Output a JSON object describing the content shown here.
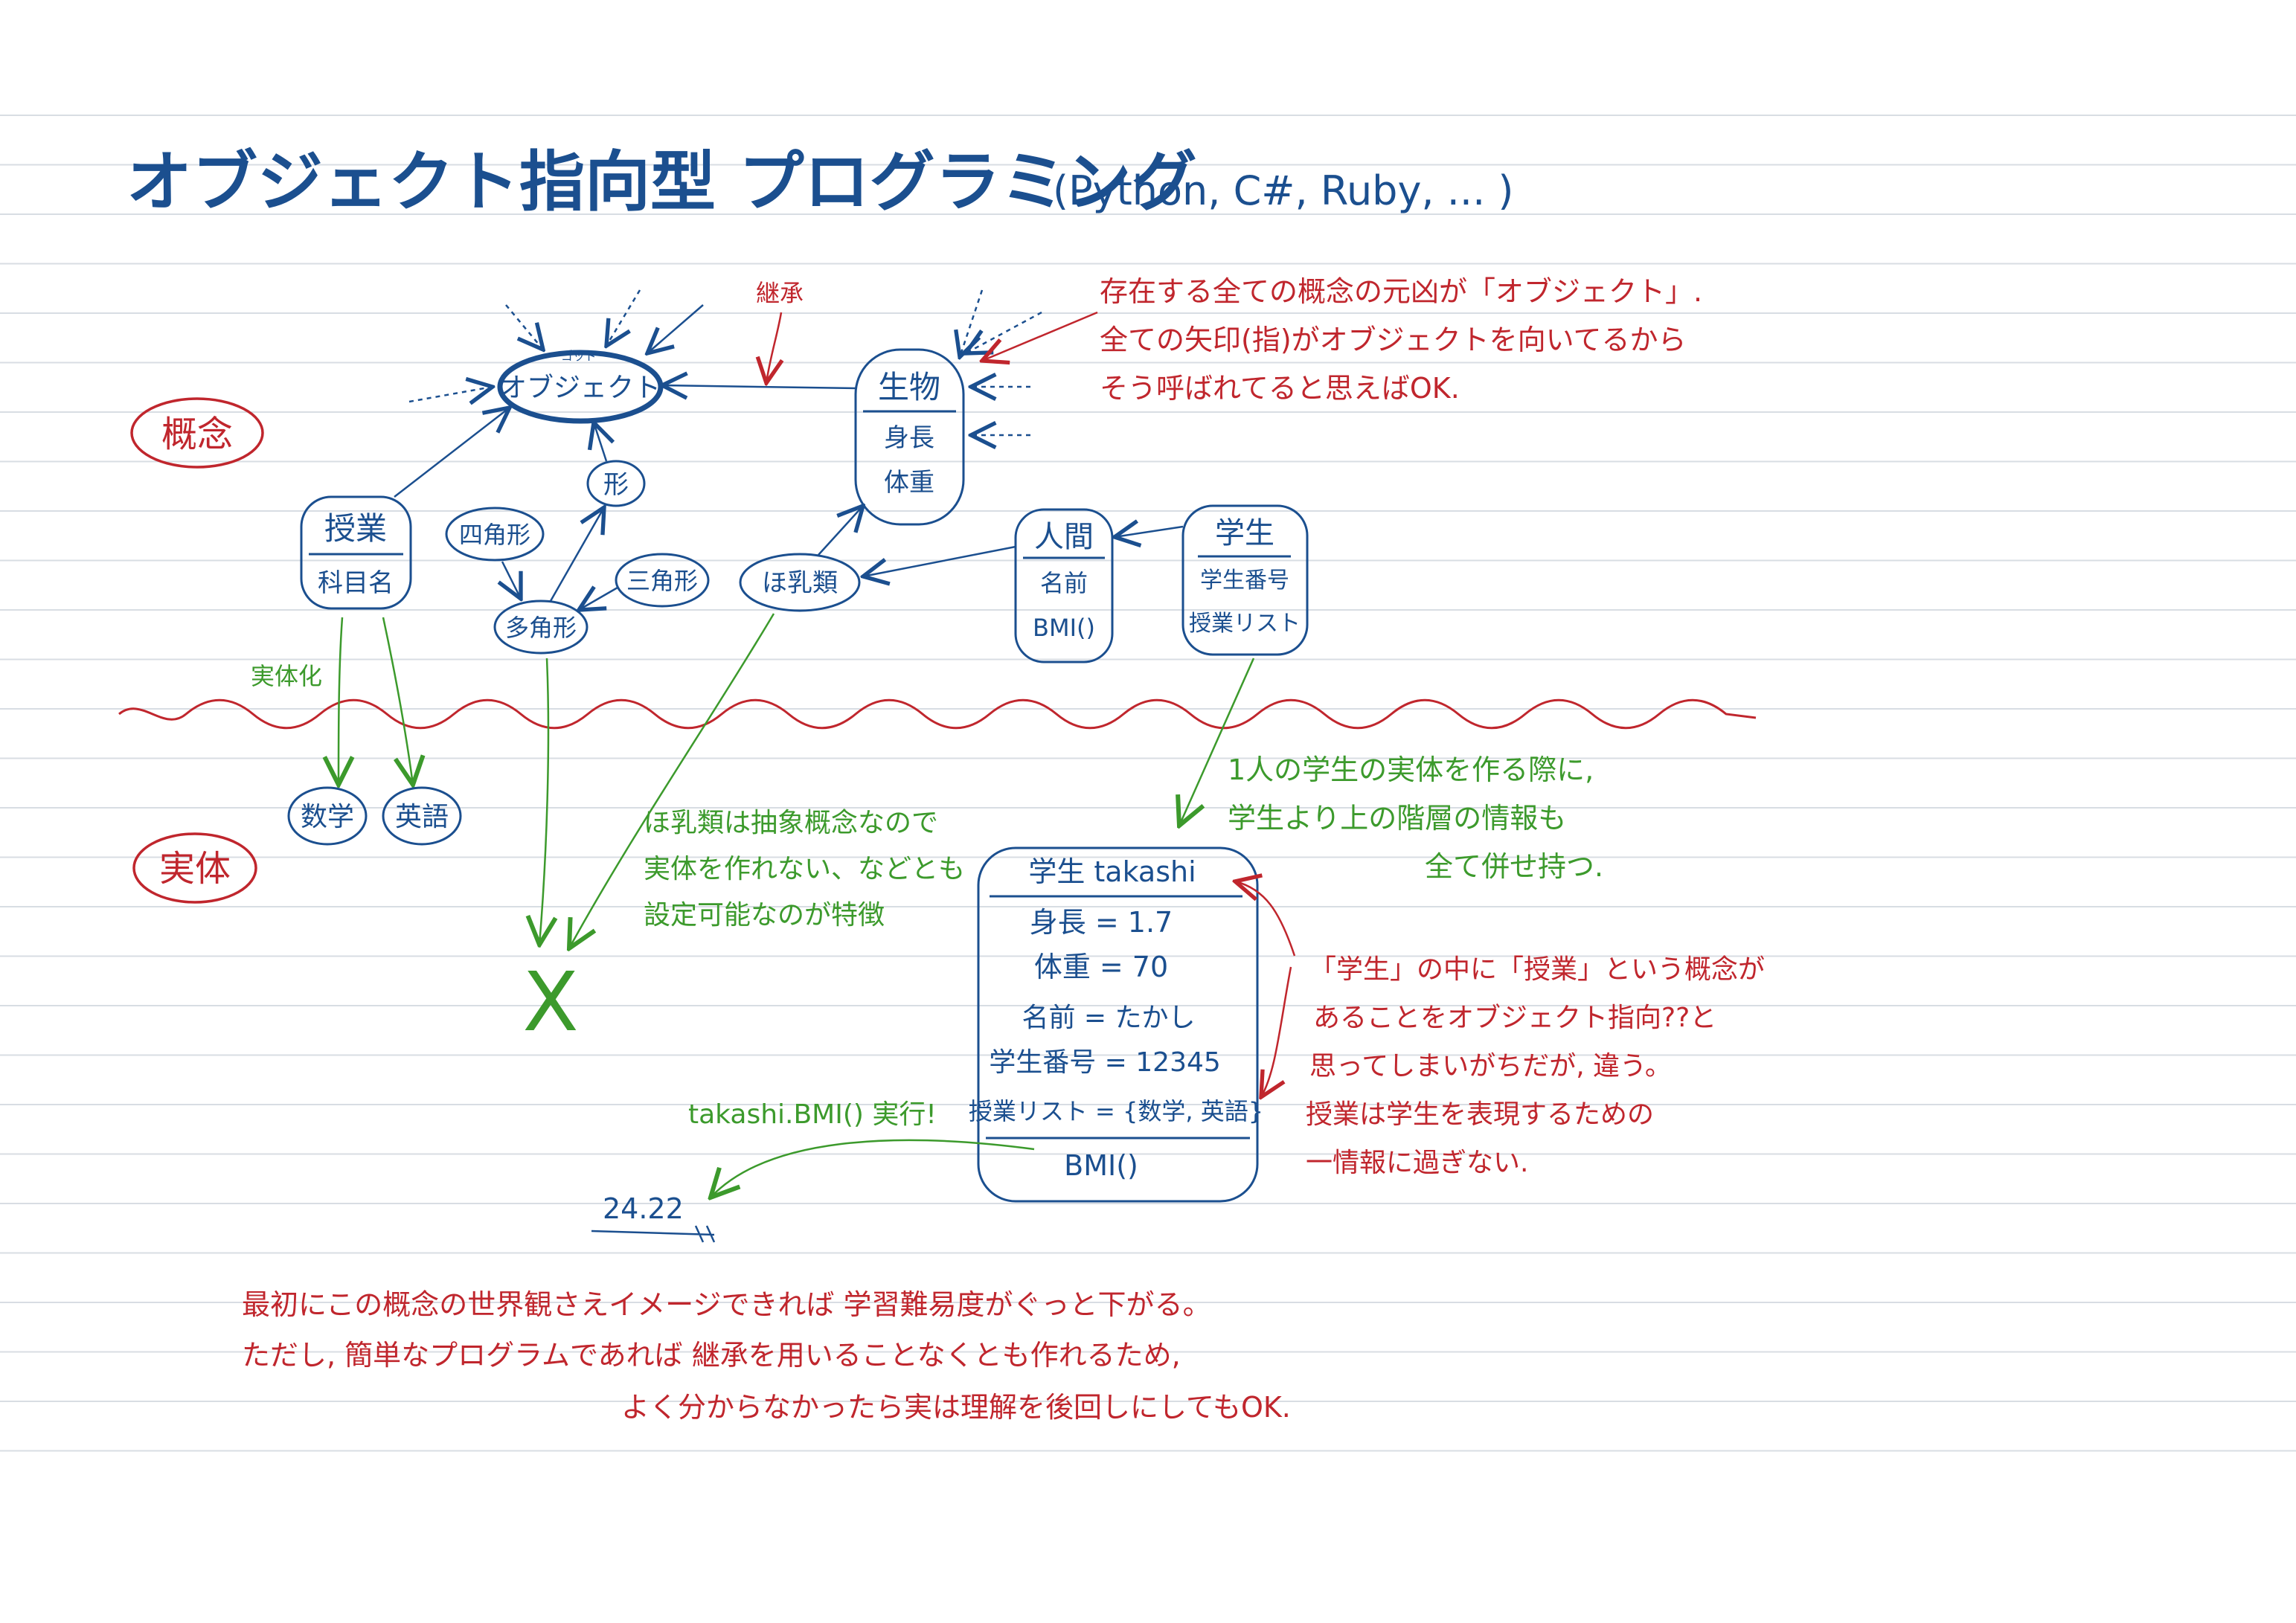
{
  "title": {
    "main": "オブジェクト指向型 プログラミング",
    "paren": "(Python, C#, Ruby, ... )"
  },
  "sections": {
    "concept": "概念",
    "entity": "実体"
  },
  "nodes": {
    "object": {
      "furigana": "ゴッド",
      "label": "オブジェクト"
    },
    "lesson": {
      "title": "授業",
      "attrs": [
        "科目名"
      ]
    },
    "shape": {
      "label": "形"
    },
    "quadrilateral": {
      "label": "四角形"
    },
    "triangle": {
      "label": "三角形"
    },
    "polygon": {
      "label": "多角形"
    },
    "creature": {
      "title": "生物",
      "attrs": [
        "身長",
        "体重"
      ]
    },
    "mammal": {
      "label": "ほ乳類"
    },
    "human": {
      "title": "人間",
      "attrs": [
        "名前",
        "BMI()"
      ]
    },
    "student": {
      "title": "学生",
      "attrs": [
        "学生番号",
        "授業リスト"
      ]
    },
    "math": {
      "label": "数学"
    },
    "english": {
      "label": "英語"
    }
  },
  "instance": {
    "title": "学生 takashi",
    "rows": [
      "身長 = 1.7",
      "体重 = 70",
      "名前 = たかし",
      "学生番号 = 12345",
      "授業リスト = {数学, 英語}",
      "BMI()"
    ]
  },
  "labels": {
    "inheritance": "継承",
    "instantiation": "実体化",
    "ellipsis": "...",
    "call": "takashi.BMI() 実行!",
    "result": "24.22",
    "cross": "X"
  },
  "notes": {
    "object_note": [
      "存在する全ての概念の元凶が「オブジェクト」.",
      "全ての矢印(指)がオブジェクトを向いてるから",
      "そう呼ばれてると思えばOK."
    ],
    "mammal_note": [
      "ほ乳類は抽象概念なので",
      "実体を作れない、などとも",
      "設定可能なのが特徴"
    ],
    "student_note": [
      "1人の学生の実体を作る際に,",
      "学生より上の階層の情報も",
      "全て併せ持つ."
    ],
    "lesson_note": [
      "「学生」の中に「授業」という概念が",
      "あることをオブジェクト指向??と",
      "思ってしまいがちだが, 違う。",
      "授業は学生を表現するための",
      "一情報に過ぎない."
    ],
    "footer": [
      "最初にこの概念の世界観さえイメージできれば 学習難易度がぐっと下がる。",
      "ただし, 簡単なプログラムであれば 継承を用いることなくとも作れるため,",
      "よく分からなかったら実は理解を後回しにしてもOK."
    ]
  },
  "colors": {
    "blue": "#1b4f8f",
    "red": "#c0262d",
    "green": "#3c9a2c",
    "rule": "#d8dde3"
  }
}
